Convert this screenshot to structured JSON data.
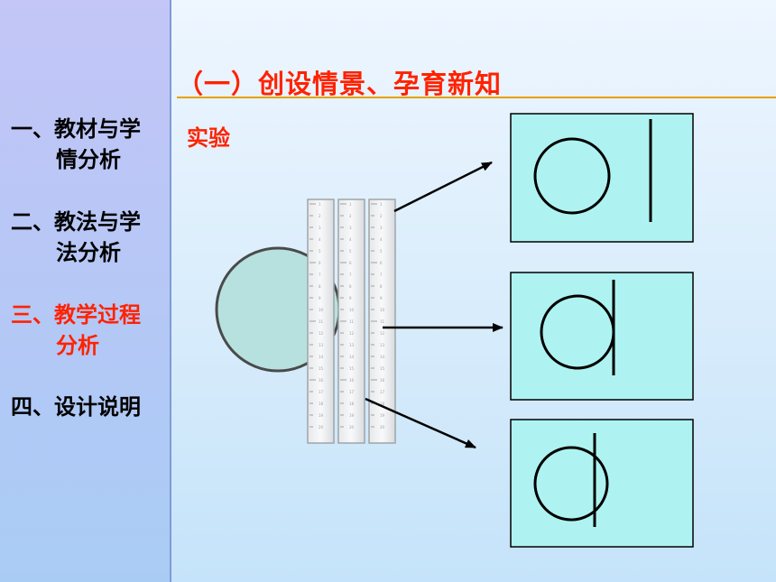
{
  "sidebar": {
    "items": [
      {
        "line1": "一、教材与学",
        "line2": "情分析",
        "active": false
      },
      {
        "line1": "二、教法与学",
        "line2": "法分析",
        "active": false
      },
      {
        "line1": "三、教学过程",
        "line2": "分析",
        "active": true
      },
      {
        "line1": "四、设计说明",
        "line2": "",
        "active": false
      }
    ]
  },
  "main": {
    "title": "（一）创设情景、孕育新知",
    "subtitle": "实验"
  },
  "colors": {
    "accent": "#ff2200",
    "rule": "#e8a000",
    "panel_fill": "#aef3f1",
    "circle_fill": "#b7e1df"
  },
  "rulers": {
    "ticks": [
      "1",
      "2",
      "3",
      "4",
      "5",
      "6",
      "7",
      "8",
      "9",
      "10",
      "11",
      "12",
      "13",
      "14",
      "15",
      "16",
      "17",
      "18",
      "19",
      "20"
    ]
  }
}
